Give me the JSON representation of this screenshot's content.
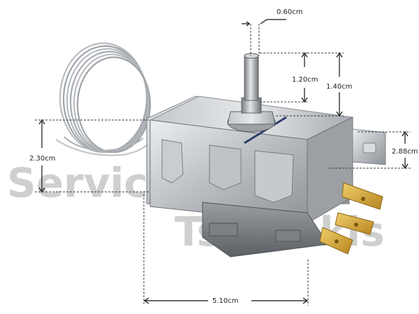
{
  "watermark": {
    "line1": "Service",
    "line2": "Tsotsakis",
    "color": "#cfcfcf"
  },
  "dimensions": {
    "shaft_diameter": "0.60cm",
    "shaft_length_short": "1.20cm",
    "shaft_length_long": "1.40cm",
    "body_height_left": "2.30cm",
    "terminal_height_right": "2.88cm",
    "body_width": "5.10cm"
  },
  "colors": {
    "metal_light": "#d7d9dc",
    "metal_dark": "#8d9196",
    "terminal_brass": "#d6a53a",
    "housing_grey": "#6f7376",
    "capillary": "#b8bcc0"
  }
}
